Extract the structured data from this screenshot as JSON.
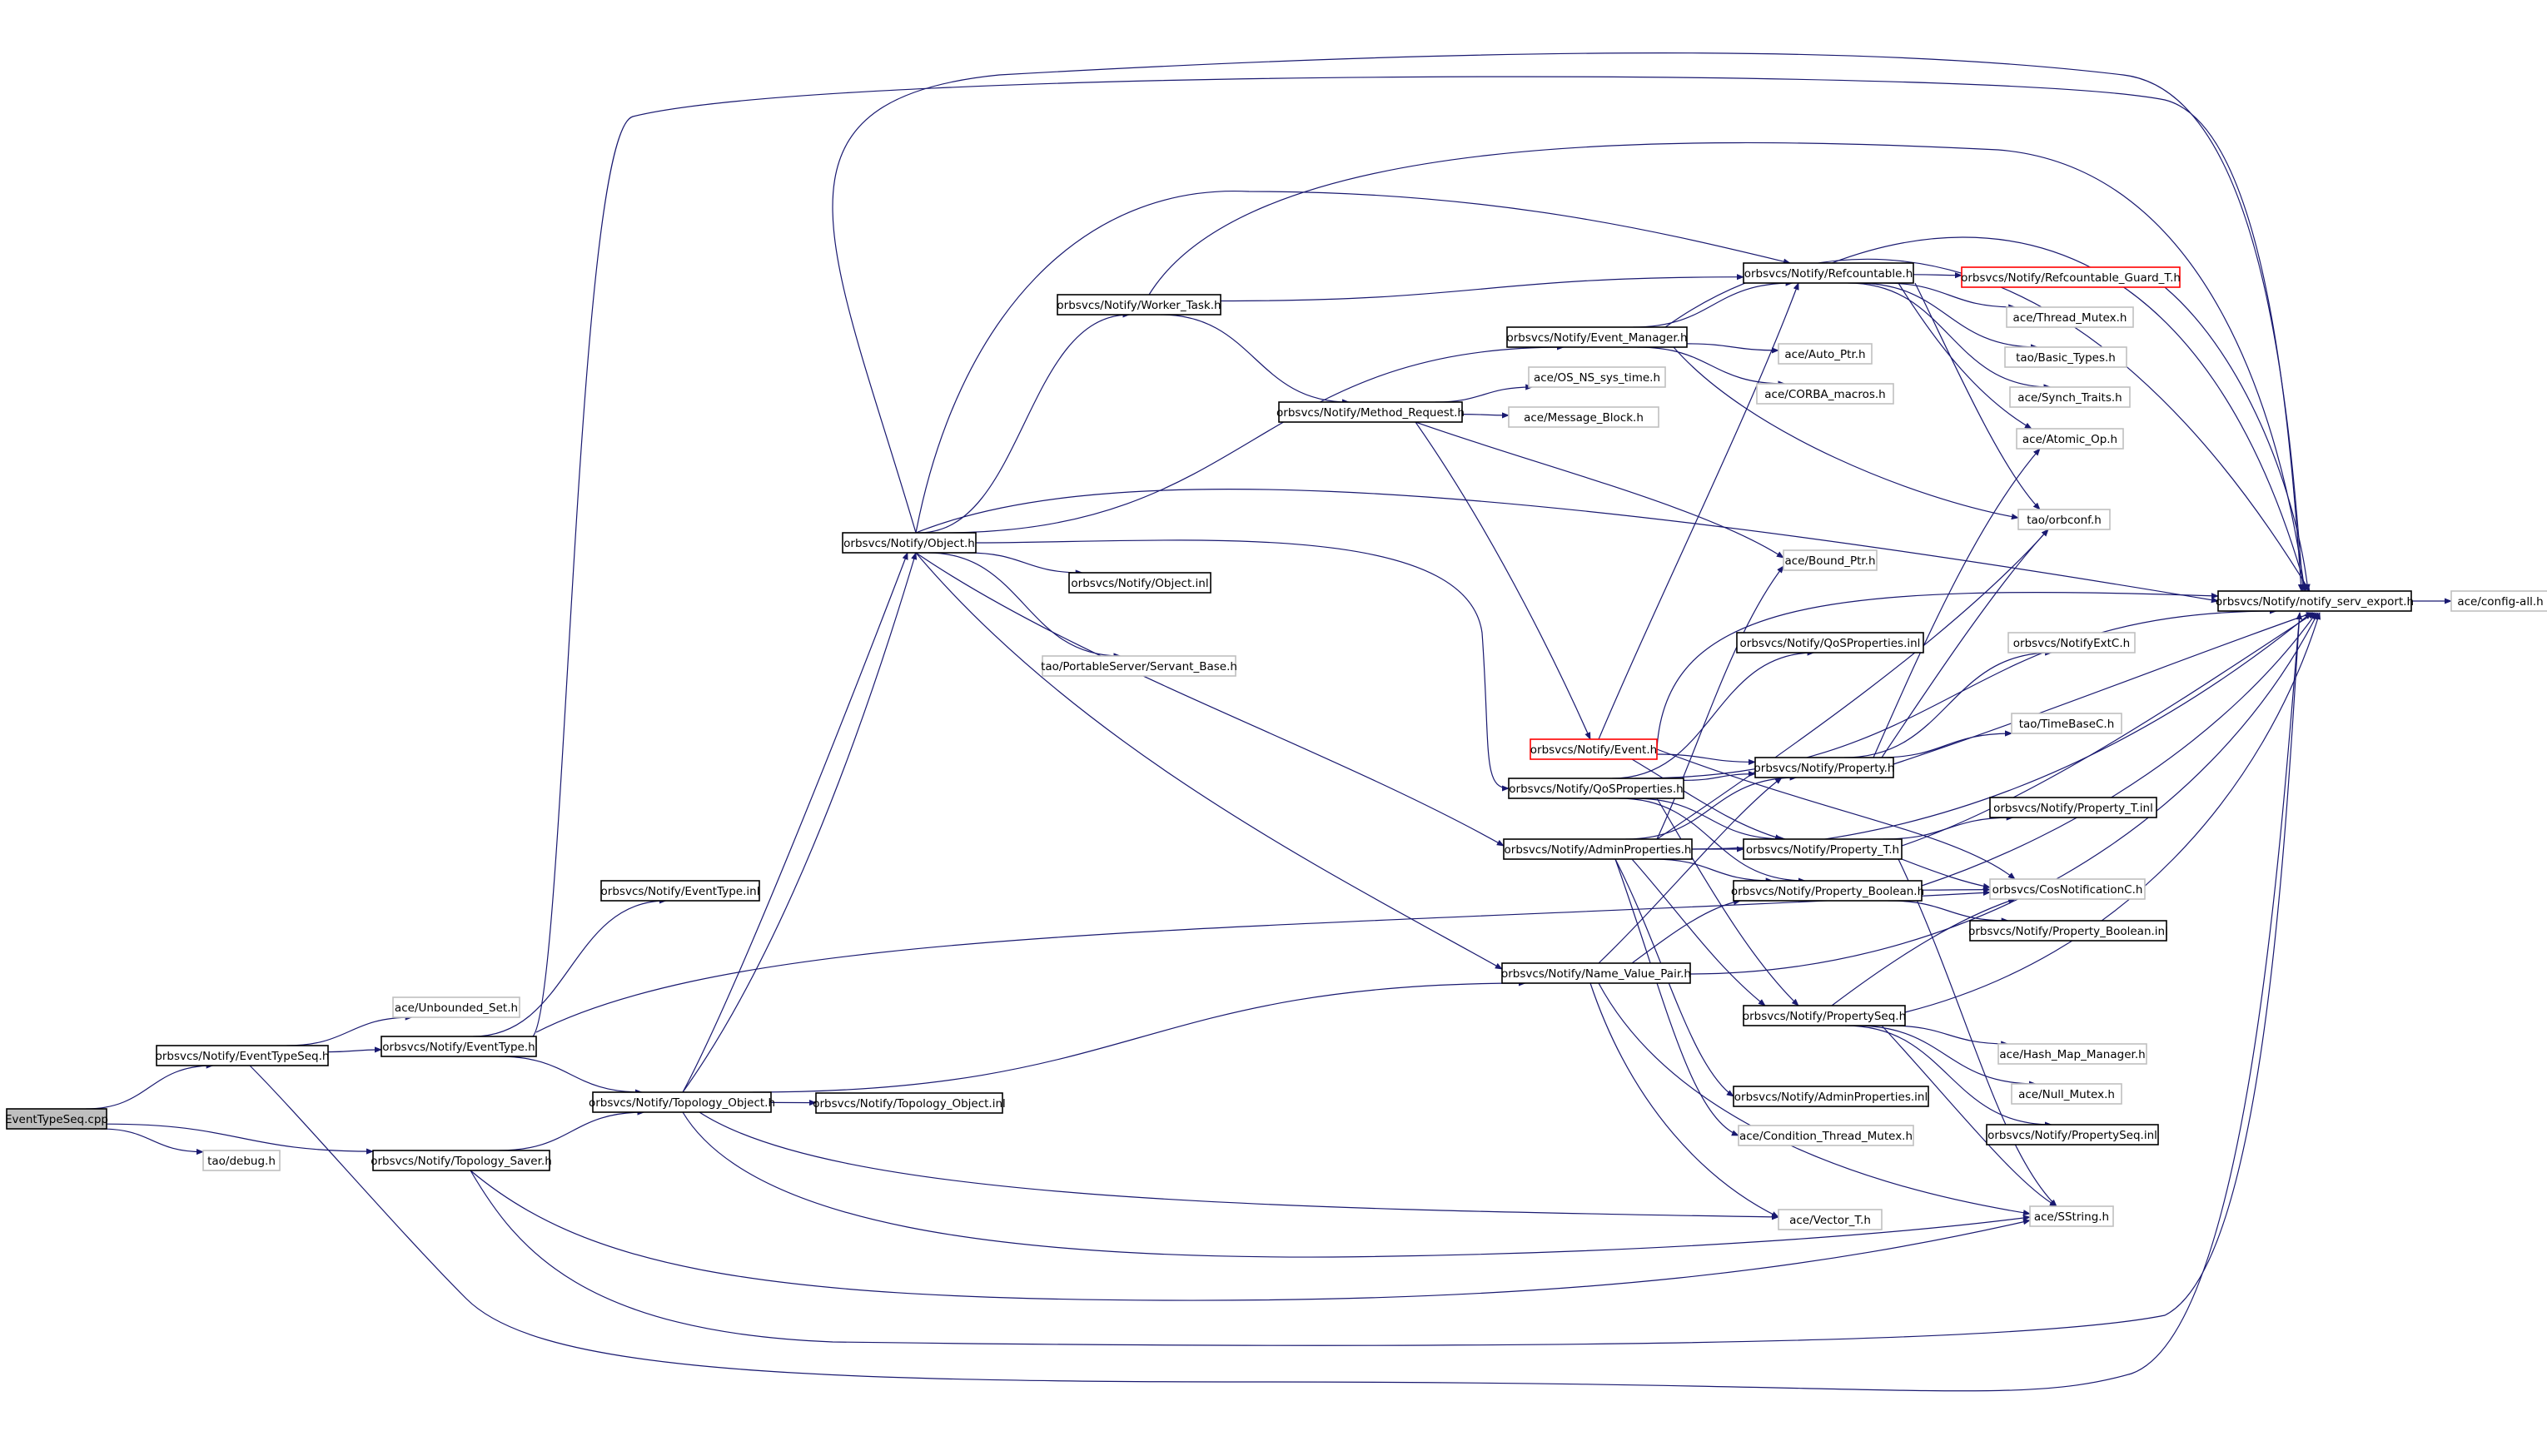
{
  "colors": {
    "edge": "#191970",
    "root_fill": "#bfbfbf",
    "node_border": "#000000",
    "undocumented_border": "#c0c0c0",
    "truncated_border": "#ff0000"
  },
  "nodes": [
    {
      "id": "EventTypeSeq.cpp",
      "label": "EventTypeSeq.cpp",
      "style": "root"
    },
    {
      "id": "EventTypeSeq.h",
      "label": "orbsvcs/Notify/EventTypeSeq.h",
      "style": "normal"
    },
    {
      "id": "tao/debug.h",
      "label": "tao/debug.h",
      "style": "external"
    },
    {
      "id": "Topology_Saver.h",
      "label": "orbsvcs/Notify/Topology_Saver.h",
      "style": "normal"
    },
    {
      "id": "Unbounded_Set.h",
      "label": "ace/Unbounded_Set.h",
      "style": "external"
    },
    {
      "id": "EventType.h",
      "label": "orbsvcs/Notify/EventType.h",
      "style": "normal"
    },
    {
      "id": "EventType.inl",
      "label": "orbsvcs/Notify/EventType.inl",
      "style": "normal"
    },
    {
      "id": "Topology_Object.h",
      "label": "orbsvcs/Notify/Topology_Object.h",
      "style": "normal"
    },
    {
      "id": "Topology_Object.inl",
      "label": "orbsvcs/Notify/Topology_Object.inl",
      "style": "normal"
    },
    {
      "id": "Object.h",
      "label": "orbsvcs/Notify/Object.h",
      "style": "normal"
    },
    {
      "id": "Object.inl",
      "label": "orbsvcs/Notify/Object.inl",
      "style": "normal"
    },
    {
      "id": "Servant_Base.h",
      "label": "tao/PortableServer/Servant_Base.h",
      "style": "external"
    },
    {
      "id": "Worker_Task.h",
      "label": "orbsvcs/Notify/Worker_Task.h",
      "style": "normal"
    },
    {
      "id": "Method_Request.h",
      "label": "orbsvcs/Notify/Method_Request.h",
      "style": "normal"
    },
    {
      "id": "Event_Manager.h",
      "label": "orbsvcs/Notify/Event_Manager.h",
      "style": "normal"
    },
    {
      "id": "OS_NS_sys_time.h",
      "label": "ace/OS_NS_sys_time.h",
      "style": "external"
    },
    {
      "id": "Message_Block.h",
      "label": "ace/Message_Block.h",
      "style": "external"
    },
    {
      "id": "Refcountable.h",
      "label": "orbsvcs/Notify/Refcountable.h",
      "style": "normal"
    },
    {
      "id": "Refcountable_Guard_T.h",
      "label": "orbsvcs/Notify/Refcountable_Guard_T.h",
      "style": "truncated"
    },
    {
      "id": "Thread_Mutex.h",
      "label": "ace/Thread_Mutex.h",
      "style": "external"
    },
    {
      "id": "Basic_Types.h",
      "label": "tao/Basic_Types.h",
      "style": "external"
    },
    {
      "id": "Synch_Traits.h",
      "label": "ace/Synch_Traits.h",
      "style": "external"
    },
    {
      "id": "Atomic_Op.h",
      "label": "ace/Atomic_Op.h",
      "style": "external"
    },
    {
      "id": "orbconf.h",
      "label": "tao/orbconf.h",
      "style": "external"
    },
    {
      "id": "Auto_Ptr.h",
      "label": "ace/Auto_Ptr.h",
      "style": "external"
    },
    {
      "id": "CORBA_macros.h",
      "label": "ace/CORBA_macros.h",
      "style": "external"
    },
    {
      "id": "Bound_Ptr.h",
      "label": "ace/Bound_Ptr.h",
      "style": "external"
    },
    {
      "id": "notify_serv_export.h",
      "label": "orbsvcs/Notify/notify_serv_export.h",
      "style": "normal"
    },
    {
      "id": "config-all.h",
      "label": "ace/config-all.h",
      "style": "external"
    },
    {
      "id": "QoSProperties.inl",
      "label": "orbsvcs/Notify/QoSProperties.inl",
      "style": "normal"
    },
    {
      "id": "NotifyExtC.h",
      "label": "orbsvcs/NotifyExtC.h",
      "style": "external"
    },
    {
      "id": "TimeBaseC.h",
      "label": "tao/TimeBaseC.h",
      "style": "external"
    },
    {
      "id": "Event.h",
      "label": "orbsvcs/Notify/Event.h",
      "style": "truncated"
    },
    {
      "id": "QoSProperties.h",
      "label": "orbsvcs/Notify/QoSProperties.h",
      "style": "normal"
    },
    {
      "id": "Property.h",
      "label": "orbsvcs/Notify/Property.h",
      "style": "normal"
    },
    {
      "id": "Property_T.inl",
      "label": "orbsvcs/Notify/Property_T.inl",
      "style": "normal"
    },
    {
      "id": "AdminProperties.h",
      "label": "orbsvcs/Notify/AdminProperties.h",
      "style": "normal"
    },
    {
      "id": "Property_T.h",
      "label": "orbsvcs/Notify/Property_T.h",
      "style": "normal"
    },
    {
      "id": "Property_Boolean.h",
      "label": "orbsvcs/Notify/Property_Boolean.h",
      "style": "normal"
    },
    {
      "id": "CosNotificationC.h",
      "label": "orbsvcs/CosNotificationC.h",
      "style": "external"
    },
    {
      "id": "Property_Boolean.inl",
      "label": "orbsvcs/Notify/Property_Boolean.inl",
      "style": "normal"
    },
    {
      "id": "Name_Value_Pair.h",
      "label": "orbsvcs/Notify/Name_Value_Pair.h",
      "style": "normal"
    },
    {
      "id": "PropertySeq.h",
      "label": "orbsvcs/Notify/PropertySeq.h",
      "style": "normal"
    },
    {
      "id": "Hash_Map_Manager.h",
      "label": "ace/Hash_Map_Manager.h",
      "style": "external"
    },
    {
      "id": "Null_Mutex.h",
      "label": "ace/Null_Mutex.h",
      "style": "external"
    },
    {
      "id": "AdminProperties.inl",
      "label": "orbsvcs/Notify/AdminProperties.inl",
      "style": "normal"
    },
    {
      "id": "PropertySeq.inl",
      "label": "orbsvcs/Notify/PropertySeq.inl",
      "style": "normal"
    },
    {
      "id": "Condition_Thread_Mutex.h",
      "label": "ace/Condition_Thread_Mutex.h",
      "style": "external"
    },
    {
      "id": "Vector_T.h",
      "label": "ace/Vector_T.h",
      "style": "external"
    },
    {
      "id": "SString.h",
      "label": "ace/SString.h",
      "style": "external"
    }
  ],
  "edges": [
    [
      "EventTypeSeq.cpp",
      "EventTypeSeq.h"
    ],
    [
      "EventTypeSeq.cpp",
      "tao/debug.h"
    ],
    [
      "EventTypeSeq.cpp",
      "Topology_Saver.h"
    ],
    [
      "EventTypeSeq.h",
      "Unbounded_Set.h"
    ],
    [
      "EventTypeSeq.h",
      "EventType.h"
    ],
    [
      "EventTypeSeq.h",
      "notify_serv_export.h"
    ],
    [
      "EventType.h",
      "EventType.inl"
    ],
    [
      "EventType.h",
      "Topology_Object.h"
    ],
    [
      "EventType.h",
      "CosNotificationC.h"
    ],
    [
      "EventType.h",
      "notify_serv_export.h"
    ],
    [
      "Topology_Saver.h",
      "Topology_Object.h"
    ],
    [
      "Topology_Saver.h",
      "SString.h"
    ],
    [
      "Topology_Saver.h",
      "notify_serv_export.h"
    ],
    [
      "Topology_Object.h",
      "Topology_Object.inl"
    ],
    [
      "Topology_Object.h",
      "Object.h"
    ],
    [
      "Topology_Object.h",
      "Name_Value_Pair.h"
    ],
    [
      "Topology_Object.h",
      "Vector_T.h"
    ],
    [
      "Topology_Object.h",
      "SString.h"
    ],
    [
      "Topology_Object.h",
      "notify_serv_export.h"
    ],
    [
      "Object.h",
      "Object.inl"
    ],
    [
      "Object.h",
      "Servant_Base.h"
    ],
    [
      "Object.h",
      "Worker_Task.h"
    ],
    [
      "Object.h",
      "Event_Manager.h"
    ],
    [
      "Object.h",
      "Refcountable.h"
    ],
    [
      "Object.h",
      "QoSProperties.h"
    ],
    [
      "Object.h",
      "AdminProperties.h"
    ],
    [
      "Object.h",
      "Name_Value_Pair.h"
    ],
    [
      "Object.h",
      "notify_serv_export.h"
    ],
    [
      "Worker_Task.h",
      "Method_Request.h"
    ],
    [
      "Worker_Task.h",
      "Refcountable.h"
    ],
    [
      "Worker_Task.h",
      "notify_serv_export.h"
    ],
    [
      "Method_Request.h",
      "OS_NS_sys_time.h"
    ],
    [
      "Method_Request.h",
      "Message_Block.h"
    ],
    [
      "Method_Request.h",
      "Event.h"
    ],
    [
      "Method_Request.h",
      "Bound_Ptr.h"
    ],
    [
      "Event_Manager.h",
      "Refcountable.h"
    ],
    [
      "Event_Manager.h",
      "Auto_Ptr.h"
    ],
    [
      "Event_Manager.h",
      "CORBA_macros.h"
    ],
    [
      "Event_Manager.h",
      "orbconf.h"
    ],
    [
      "Event_Manager.h",
      "notify_serv_export.h"
    ],
    [
      "Refcountable.h",
      "Refcountable_Guard_T.h"
    ],
    [
      "Refcountable.h",
      "Thread_Mutex.h"
    ],
    [
      "Refcountable.h",
      "Basic_Types.h"
    ],
    [
      "Refcountable.h",
      "Synch_Traits.h"
    ],
    [
      "Refcountable.h",
      "Atomic_Op.h"
    ],
    [
      "Refcountable.h",
      "orbconf.h"
    ],
    [
      "Refcountable.h",
      "notify_serv_export.h"
    ],
    [
      "Refcountable_Guard_T.h",
      "notify_serv_export.h"
    ],
    [
      "notify_serv_export.h",
      "config-all.h"
    ],
    [
      "Event.h",
      "Refcountable.h"
    ],
    [
      "Event.h",
      "Property.h"
    ],
    [
      "Event.h",
      "Property_T.h"
    ],
    [
      "Event.h",
      "CosNotificationC.h"
    ],
    [
      "Event.h",
      "notify_serv_export.h"
    ],
    [
      "QoSProperties.h",
      "QoSProperties.inl"
    ],
    [
      "QoSProperties.h",
      "Property.h"
    ],
    [
      "QoSProperties.h",
      "Property_T.h"
    ],
    [
      "QoSProperties.h",
      "Property_Boolean.h"
    ],
    [
      "QoSProperties.h",
      "PropertySeq.h"
    ],
    [
      "QoSProperties.h",
      "notify_serv_export.h"
    ],
    [
      "Property.h",
      "orbconf.h"
    ],
    [
      "Property.h",
      "NotifyExtC.h"
    ],
    [
      "Property.h",
      "TimeBaseC.h"
    ],
    [
      "Property.h",
      "Atomic_Op.h"
    ],
    [
      "Property.h",
      "notify_serv_export.h"
    ],
    [
      "AdminProperties.h",
      "Property.h"
    ],
    [
      "AdminProperties.h",
      "Property_T.h"
    ],
    [
      "AdminProperties.h",
      "Property_Boolean.h"
    ],
    [
      "AdminProperties.h",
      "PropertySeq.h"
    ],
    [
      "AdminProperties.h",
      "AdminProperties.inl"
    ],
    [
      "AdminProperties.h",
      "Condition_Thread_Mutex.h"
    ],
    [
      "AdminProperties.h",
      "Bound_Ptr.h"
    ],
    [
      "AdminProperties.h",
      "orbconf.h"
    ],
    [
      "AdminProperties.h",
      "notify_serv_export.h"
    ],
    [
      "Property_T.h",
      "Property_T.inl"
    ],
    [
      "Property_T.h",
      "CosNotificationC.h"
    ],
    [
      "Property_T.h",
      "SString.h"
    ],
    [
      "Property_T.h",
      "notify_serv_export.h"
    ],
    [
      "Property_Boolean.h",
      "Property_Boolean.inl"
    ],
    [
      "Property_Boolean.h",
      "CosNotificationC.h"
    ],
    [
      "Property_Boolean.h",
      "notify_serv_export.h"
    ],
    [
      "Name_Value_Pair.h",
      "Property.h"
    ],
    [
      "Name_Value_Pair.h",
      "Property_Boolean.h"
    ],
    [
      "Name_Value_Pair.h",
      "SString.h"
    ],
    [
      "Name_Value_Pair.h",
      "Vector_T.h"
    ],
    [
      "Name_Value_Pair.h",
      "notify_serv_export.h"
    ],
    [
      "PropertySeq.h",
      "Hash_Map_Manager.h"
    ],
    [
      "PropertySeq.h",
      "Null_Mutex.h"
    ],
    [
      "PropertySeq.h",
      "PropertySeq.inl"
    ],
    [
      "PropertySeq.h",
      "SString.h"
    ],
    [
      "PropertySeq.h",
      "CosNotificationC.h"
    ],
    [
      "PropertySeq.h",
      "notify_serv_export.h"
    ]
  ]
}
